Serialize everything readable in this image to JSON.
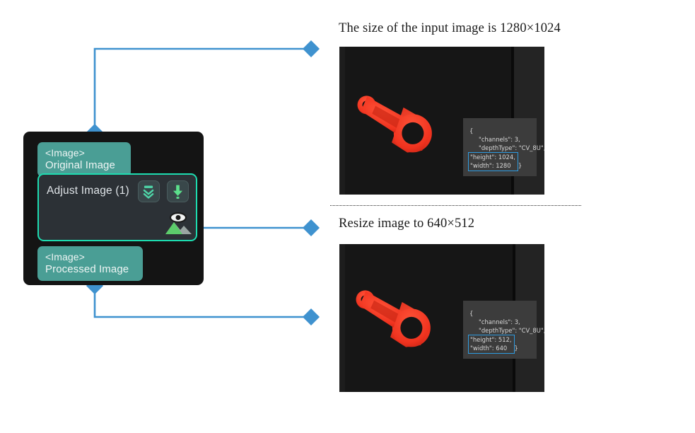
{
  "node_graph": {
    "node_title": "Adjust Image (1)",
    "input_port": {
      "type": "<Image>",
      "name": "Original Image"
    },
    "output_port": {
      "type": "<Image>",
      "name": "Processed Image"
    },
    "buttons": [
      {
        "icon": "collapse-chevrons-down-icon",
        "label": ""
      },
      {
        "icon": "download-arrow-down-icon",
        "label": ""
      }
    ],
    "preview_icon": "eye-over-image-preview-icon",
    "colors": {
      "node_background": "#141414",
      "card_background": "#2c3136",
      "card_border": "#1ddcb0",
      "port_background": "#4a9e95",
      "wire": "#3f92cf"
    },
    "connector_count": 2
  },
  "annotations": {
    "top_caption": "The size of the input image is 1280×1024",
    "bottom_caption": "Resize image to  640×512"
  },
  "images": {
    "original": {
      "subject": "red connecting rod part on dark background",
      "metadata": {
        "open_brace": "{",
        "channels_line": "\"channels\": 3,",
        "depth_line": "\"depthType\": \"CV_8U\",",
        "height_line": "\"height\": 1024,",
        "width_line": "\"width\": 1280",
        "close_brace": "}"
      },
      "highlight_color": "#2e9be0"
    },
    "resized": {
      "subject": "red connecting rod part on dark background",
      "metadata": {
        "open_brace": "{",
        "channels_line": "\"channels\": 3,",
        "depth_line": "\"depthType\": \"CV_8U\",",
        "height_line": "\"height\": 512,",
        "width_line": "\"width\": 640",
        "close_brace": "}"
      },
      "highlight_color": "#2e9be0"
    }
  }
}
